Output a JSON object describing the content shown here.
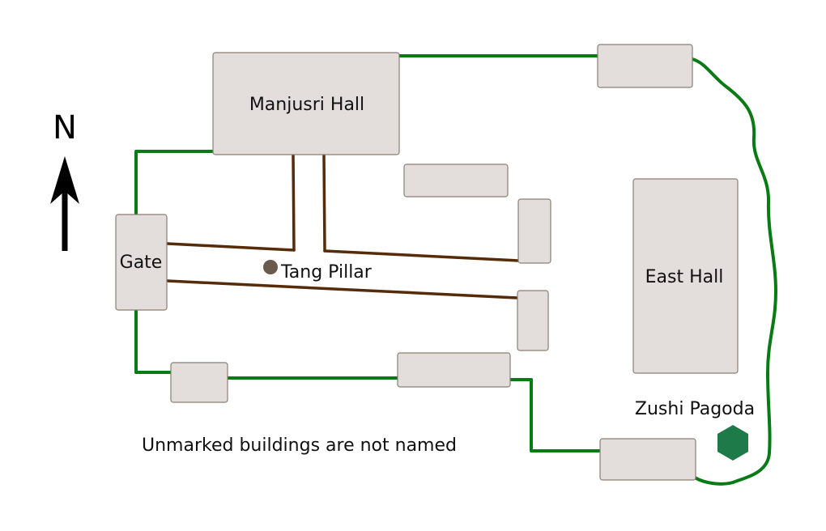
{
  "map": {
    "north_label": "N",
    "buildings": {
      "manjusri_hall": "Manjusri Hall",
      "gate": "Gate",
      "east_hall": "East Hall"
    },
    "landmarks": {
      "tang_pillar": "Tang Pillar",
      "zushi_pagoda": "Zushi Pagoda"
    },
    "note": "Unmarked buildings are not named",
    "colors": {
      "path": "#0a7a14",
      "axis_line": "#562b0a",
      "building_fill": "#e3dedb",
      "pagoda": "#1f7a4a",
      "pillar": "#6b5a4e"
    }
  }
}
